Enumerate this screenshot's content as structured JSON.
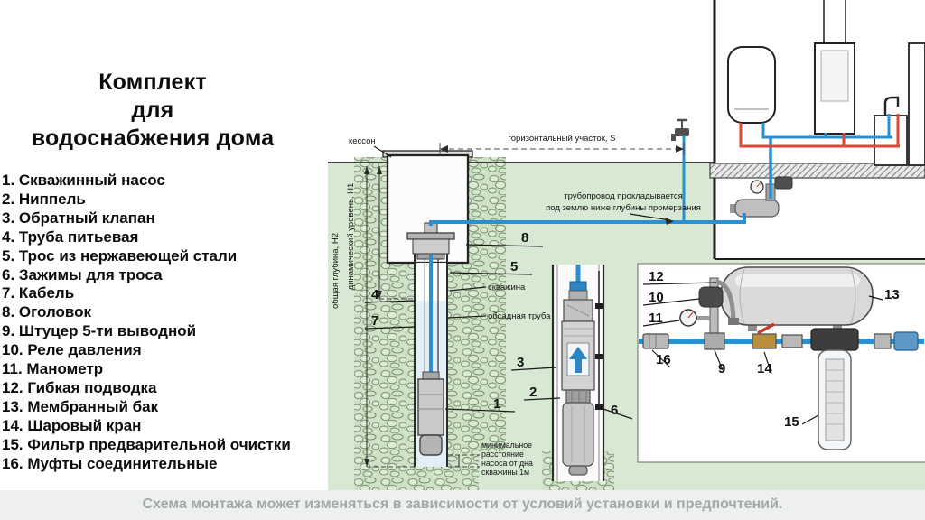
{
  "title": {
    "line1": "Комплект",
    "line2": "для",
    "line3": "водоснабжения дома"
  },
  "parts": [
    "1. Скважинный насос",
    "2. Ниппель",
    "3. Обратный клапан",
    "4. Труба питьевая",
    "5. Трос из нержавеющей стали",
    "6. Зажимы для троса",
    "7. Кабель",
    "8. Оголовок",
    "9. Штуцер 5-ти выводной",
    "10. Реле давления",
    "11. Манометр",
    "12. Гибкая подводка",
    "13. Мембранный бак",
    "14. Шаровый кран",
    "15. Фильтр предварительной очистки",
    "16. Муфты соединительные"
  ],
  "diagram": {
    "kesson": "кессон",
    "horizontal_section": "горизонтальный участок, S",
    "pipeline_note_l1": "трубопровод прокладывается",
    "pipeline_note_l2": "под землю ниже глубины промерзания",
    "total_depth": "общая глубина, Н2",
    "dynamic_level": "динамический уровень, Н1",
    "well": "скважина",
    "casing": "обсадная труба",
    "min_distance_l1": "минимальное",
    "min_distance_l2": "расстояние",
    "min_distance_l3": "насоса от дна",
    "min_distance_l4": "скважины 1м",
    "callouts": {
      "n1": "1",
      "n2": "2",
      "n3": "3",
      "n4": "4",
      "n5": "5",
      "n6": "6",
      "n7": "7",
      "n8": "8",
      "n9": "9",
      "n10": "10",
      "n11": "11",
      "n12": "12",
      "n13": "13",
      "n14": "14",
      "n15": "15",
      "n16": "16"
    }
  },
  "footer": "Схема монтажа может изменяться в зависимости от условий установки и предпочтений.",
  "colors": {
    "ground_green": "#d8e9d3",
    "cold_pipe": "#2791d4",
    "hot_pipe": "#de4837",
    "footer_bg": "#edf0ec",
    "footer_text": "#a2a9a7",
    "line_black": "#232323"
  }
}
